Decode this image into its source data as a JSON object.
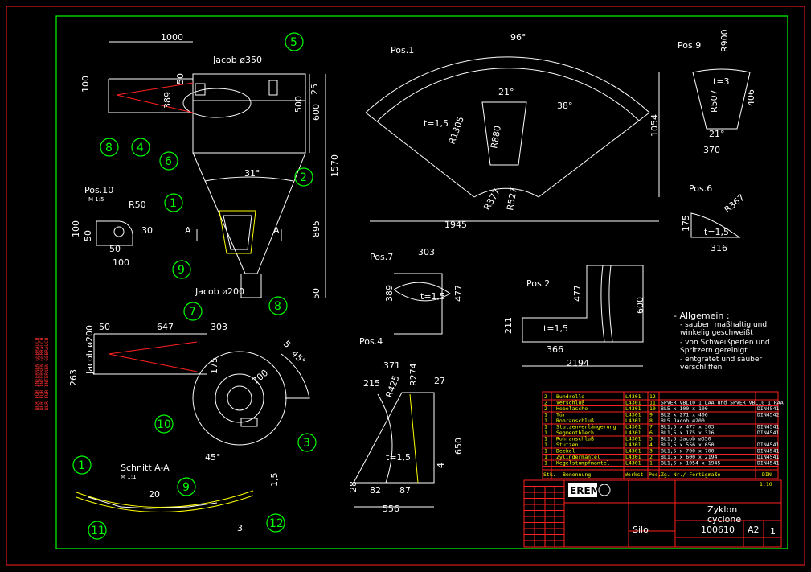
{
  "sheet": {
    "border_color": "#ff0000",
    "frame_color": "#00ff00",
    "bg": "#000000"
  },
  "dims_main": {
    "d1000": "1000",
    "jacob350": "Jacob ø350",
    "d25": "25",
    "d100": "100",
    "d50": "50",
    "d389": "389",
    "d500": "500",
    "d600": "600",
    "d1570": "1570",
    "d31": "31°",
    "d895": "895",
    "d50b": "50",
    "jacob200": "Jacob ø200"
  },
  "pos10": {
    "title": "Pos.10",
    "scale": "M 1:5",
    "r50": "R50",
    "d100": "100",
    "d50": "50",
    "d50b": "50",
    "d30": "30",
    "d100b": "100"
  },
  "pos1": {
    "title": "Pos.1",
    "a96": "96°",
    "a21": "21°",
    "a38": "38°",
    "t": "t=1,5",
    "r1305": "R1305",
    "r880": "R880",
    "r377": "R377",
    "r527": "R527",
    "d1054": "1054",
    "d1945": "1945"
  },
  "pos9": {
    "title": "Pos.9",
    "r900": "R900",
    "t": "t=3",
    "r507": "R507",
    "d406": "406",
    "a21": "21°",
    "d370": "370"
  },
  "pos6": {
    "title": "Pos.6",
    "r367": "R367",
    "d175": "175",
    "t": "t=1,5",
    "d316": "316"
  },
  "pos7": {
    "title": "Pos.7",
    "d303": "303",
    "d389": "389",
    "t": "t=1,5",
    "d477": "477"
  },
  "pos2": {
    "title": "Pos.2",
    "d477": "477",
    "d600": "600",
    "d211": "211",
    "t": "t=1,5",
    "d366": "366",
    "d2194": "2194"
  },
  "pos4": {
    "title": "Pos.4",
    "d371": "371",
    "r274": "R274",
    "d215": "215",
    "r425": "R425",
    "d27": "27",
    "t": "t=1,5",
    "d650": "650",
    "d4": "4",
    "d28": "28",
    "d82": "82",
    "d87": "87",
    "d556": "556"
  },
  "plan": {
    "d50": "50",
    "d647": "647",
    "d303": "303",
    "jacob200": "Jacob ø200",
    "d175": "175",
    "d263": "263",
    "d700": "700",
    "a45": "45°",
    "a45b": "45°",
    "d5": "5"
  },
  "section": {
    "title": "Schnitt A-A",
    "scale": "M 1:1",
    "d20": "20",
    "d15": "1,5",
    "d3": "3"
  },
  "markers": {
    "A1": "A",
    "A2": "A"
  },
  "balloons": [
    "1",
    "2",
    "3",
    "4",
    "5",
    "6",
    "7",
    "8",
    "8",
    "9",
    "10",
    "1",
    "9",
    "11",
    "12"
  ],
  "notes": {
    "heading": "- Allgemein :",
    "lines": [
      "- sauber, maßhaltig und",
      "  winkelig geschweißt",
      "- von Schweißperlen und",
      "  Spritzern gereinigt",
      "- entgratet und sauber",
      "  verschliffen"
    ]
  },
  "side_stamp": "NUR FÜR INTERNEN GEBRAUCH",
  "parts_list": {
    "rows": [
      [
        "2",
        "Bundrolle",
        "L4301",
        "12",
        "",
        ""
      ],
      [
        "2",
        "Verschluß",
        "L4301",
        "11",
        "SPVER_VBL10_1_LAA und SPVER_VBL10_1_RAA",
        ""
      ],
      [
        "2",
        "Hebelasche",
        "L4301",
        "10",
        "BL5 x 100 x 100",
        "DIN4541"
      ],
      [
        "1",
        "Tür",
        "L4301",
        "9",
        "BL2 x 271 x 406",
        "DIN4542"
      ],
      [
        "1",
        "Rohranschluß",
        "L4301",
        "8",
        "BL5 Jacob ø200",
        ""
      ],
      [
        "1",
        "Stutzenverlängerung",
        "L4301",
        "7",
        "BL1,5 x 477 x 303",
        "DIN4541"
      ],
      [
        "1",
        "Segmentblech",
        "L4301",
        "6",
        "BL1,5 x 175 x 316",
        "DIN4541"
      ],
      [
        "1",
        "Rohranschluß",
        "L4301",
        "5",
        "BL1,5 Jacob ø350",
        ""
      ],
      [
        "1",
        "Stutzen",
        "L4301",
        "4",
        "BL1,5 x 556 x 650",
        "DIN4541"
      ],
      [
        "1",
        "Deckel",
        "L4301",
        "3",
        "BL1,5 x 700 x 700",
        "DIN4541"
      ],
      [
        "1",
        "Zylindermantel",
        "L4301",
        "2",
        "BL1,5 x 600 x 2194",
        "DIN4541"
      ],
      [
        "1",
        "Kegelstumpfmantel",
        "L4301",
        "1",
        "BL1,5 x 1054 x 1945",
        "DIN4541"
      ]
    ],
    "header": [
      "Stk.",
      "Benennung",
      "Werkst.",
      "Pos.",
      "Zg.-Nr./ Fertigmaße",
      "DIN"
    ]
  },
  "title_block": {
    "company": "EREMA",
    "title_de": "Zyklon",
    "title_en": "cyclone",
    "drawing_no": "100610",
    "format": "A2",
    "sheet": "1",
    "group": "Silo",
    "scale": "1:10"
  }
}
